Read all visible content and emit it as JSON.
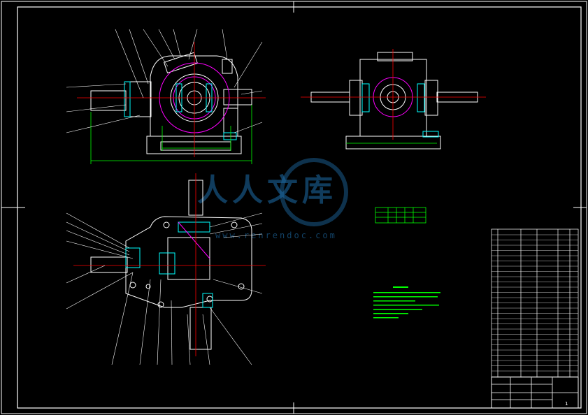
{
  "watermark": {
    "logo_text": "人人文库",
    "site": "www.renrendoc.com"
  },
  "title_block": {
    "sheet_no": "1"
  },
  "colors": {
    "background": "#000000",
    "outline": "#ffffff",
    "dimension": "#00ff00",
    "centerline": "#ff0000",
    "gear": "#ff00ff",
    "hatch": "#00ffff",
    "leader": "#ffffff"
  }
}
